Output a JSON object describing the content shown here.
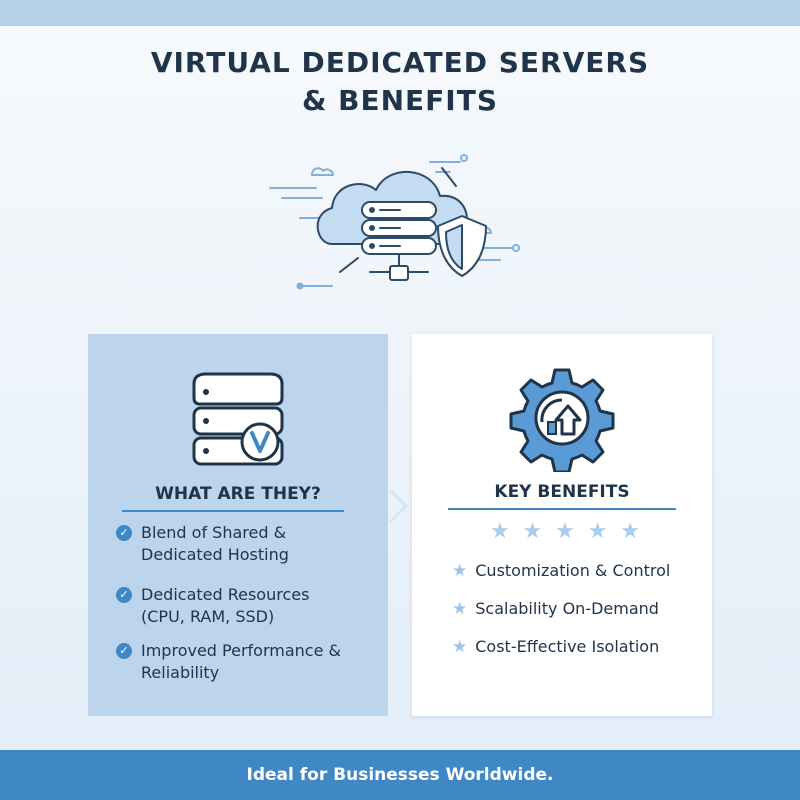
{
  "header": {
    "title_line1": "VIRTUAL DEDICATED SERVERS",
    "title_line2": "& BENEFITS"
  },
  "hero": {
    "icon": "cloud-server-shield-icon"
  },
  "left_panel": {
    "icon": "server-stack-v-icon",
    "heading": "WHAT ARE THEY?",
    "items": [
      {
        "line1": "Blend of Shared &",
        "line2": "Dedicated Hosting"
      },
      {
        "line1": "Dedicated Resources",
        "line2": "(CPU, RAM, SSD)"
      },
      {
        "line1": "Improved Performance &",
        "line2": "Reliability"
      }
    ]
  },
  "right_panel": {
    "icon": "gear-growth-icon",
    "heading": "KEY BENEFITS",
    "items": [
      {
        "text": "Customization & Control"
      },
      {
        "text": "Scalability On-Demand"
      },
      {
        "text": "Cost-Effective Isolation"
      }
    ]
  },
  "footer": {
    "text": "Ideal for Businesses Worldwide."
  },
  "colors": {
    "accent": "#3f88c5",
    "dark_text": "#1f3349",
    "light_blue_panel": "#bcd5ec",
    "star": "#a9cdec"
  }
}
